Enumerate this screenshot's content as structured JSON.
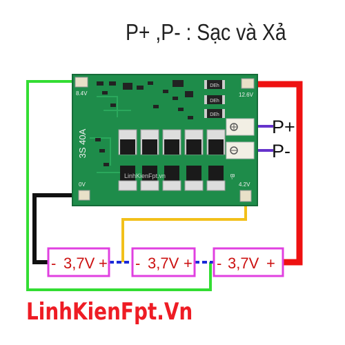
{
  "title": "P+ ,P- : Sạc và Xả",
  "board": {
    "model": "3S 40A",
    "pad_8v4": "8.4V",
    "pad_12v6": "12.6V",
    "pad_0v": "0V",
    "pad_4v2": "4.2V",
    "pad_b": "B-",
    "silk_brand": "LinhKienFpt.vn",
    "resistor": "DEh"
  },
  "terminals": {
    "p_plus": "P+",
    "p_minus": "P-"
  },
  "cells": [
    {
      "minus": "-",
      "voltage": "3,7V",
      "plus": "+"
    },
    {
      "minus": "-",
      "voltage": "3,7V",
      "plus": "+"
    },
    {
      "minus": "-",
      "voltage": "3,7V",
      "plus": "+"
    }
  ],
  "watermark": "LinhKienFpt.Vn",
  "colors": {
    "pcb": "#1e8c4a",
    "wire_red": "#ee1111",
    "wire_black": "#111111",
    "wire_green": "#33dd33",
    "wire_yellow": "#f2c01a",
    "wire_blue": "#1a2ad8",
    "wire_purple": "#6633cc",
    "cell_border": "#e040e0"
  }
}
